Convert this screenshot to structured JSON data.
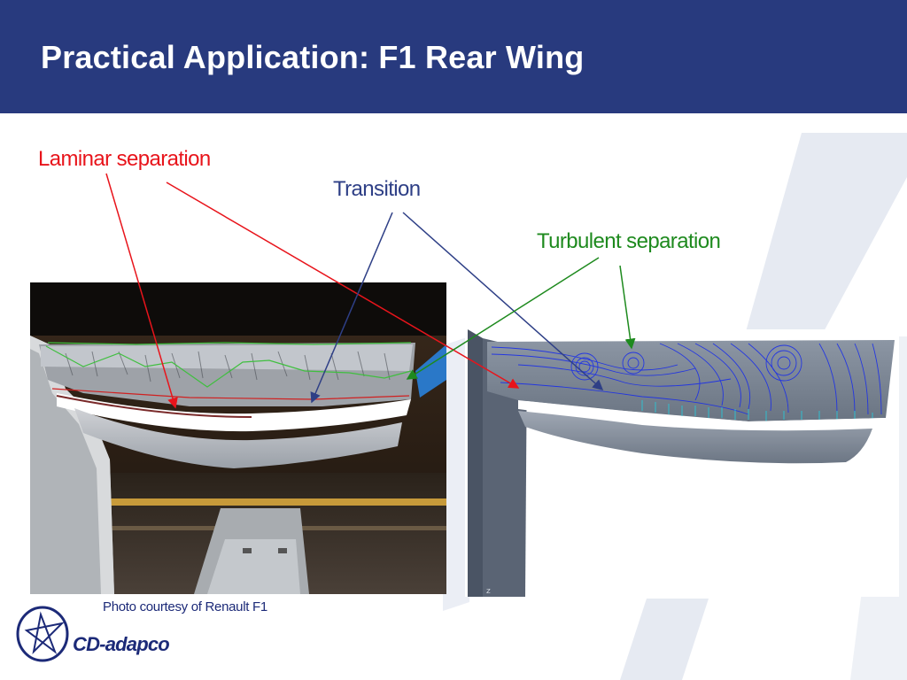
{
  "slide": {
    "title": "Practical Application: F1 Rear Wing"
  },
  "annotations": {
    "laminar": "Laminar separation",
    "transition": "Transition",
    "turbulent": "Turbulent separation"
  },
  "credit": "Photo courtesy of Renault F1",
  "logo": {
    "name": "CD-adapco"
  },
  "cfd_axis_label": "z",
  "colors": {
    "header": "#283a7e",
    "laminar": "#e8141b",
    "transition": "#2e3f86",
    "turbulent": "#1e8a1e",
    "logo": "#1c2a78"
  }
}
